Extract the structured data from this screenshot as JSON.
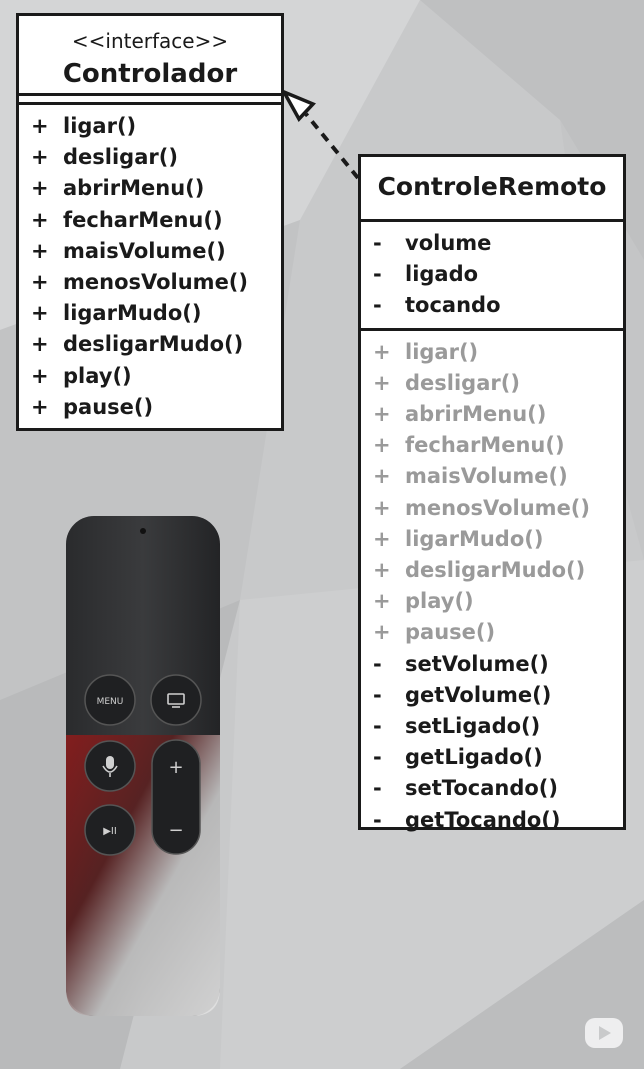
{
  "controlador": {
    "stereotype": "<<interface>>",
    "name": "Controlador",
    "methods": [
      {
        "vis": "+",
        "name": "ligar()"
      },
      {
        "vis": "+",
        "name": "desligar()"
      },
      {
        "vis": "+",
        "name": "abrirMenu()"
      },
      {
        "vis": "+",
        "name": "fecharMenu()"
      },
      {
        "vis": "+",
        "name": "maisVolume()"
      },
      {
        "vis": "+",
        "name": "menosVolume()"
      },
      {
        "vis": "+",
        "name": "ligarMudo()"
      },
      {
        "vis": "+",
        "name": "desligarMudo()"
      },
      {
        "vis": "+",
        "name": "play()"
      },
      {
        "vis": "+",
        "name": "pause()"
      }
    ]
  },
  "controle_remoto": {
    "name": "ControleRemoto",
    "attributes": [
      {
        "vis": "-",
        "name": "volume"
      },
      {
        "vis": "-",
        "name": "ligado"
      },
      {
        "vis": "-",
        "name": "tocando"
      }
    ],
    "methods": [
      {
        "vis": "+",
        "name": "ligar()",
        "faded": true
      },
      {
        "vis": "+",
        "name": "desligar()",
        "faded": true
      },
      {
        "vis": "+",
        "name": "abrirMenu()",
        "faded": true
      },
      {
        "vis": "+",
        "name": "fecharMenu()",
        "faded": true
      },
      {
        "vis": "+",
        "name": "maisVolume()",
        "faded": true
      },
      {
        "vis": "+",
        "name": "menosVolume()",
        "faded": true
      },
      {
        "vis": "+",
        "name": "ligarMudo()",
        "faded": true
      },
      {
        "vis": "+",
        "name": "desligarMudo()",
        "faded": true
      },
      {
        "vis": "+",
        "name": "play()",
        "faded": true
      },
      {
        "vis": "+",
        "name": "pause()",
        "faded": true
      },
      {
        "vis": "-",
        "name": "setVolume()",
        "faded": false
      },
      {
        "vis": "-",
        "name": "getVolume()",
        "faded": false
      },
      {
        "vis": "-",
        "name": "setLigado()",
        "faded": false
      },
      {
        "vis": "-",
        "name": "getLigado()",
        "faded": false
      },
      {
        "vis": "-",
        "name": "setTocando()",
        "faded": false
      },
      {
        "vis": "-",
        "name": "getTocando()",
        "faded": false
      }
    ]
  },
  "remote": {
    "menu_label": "MENU",
    "plus_label": "+",
    "minus_label": "−",
    "play_label": "▶II"
  },
  "icons": {
    "remote": "remote-control-icon",
    "mic": "microphone-icon",
    "tv": "tv-icon",
    "watermark": "play-logo-icon"
  }
}
